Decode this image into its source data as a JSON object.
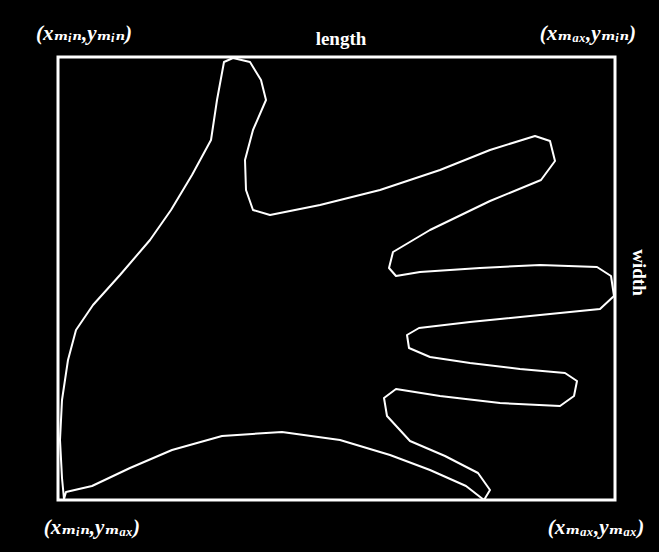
{
  "diagram": {
    "labels": [
      "(xₘᵢₙ,yₘᵢₙ)",
      "length",
      "(xₘₐₓ,yₘᵢₙ)",
      "width",
      "(xₘᵢₙ,yₘₐₓ)",
      "(xₘₐₓ,yₘₐₓ)"
    ]
  }
}
